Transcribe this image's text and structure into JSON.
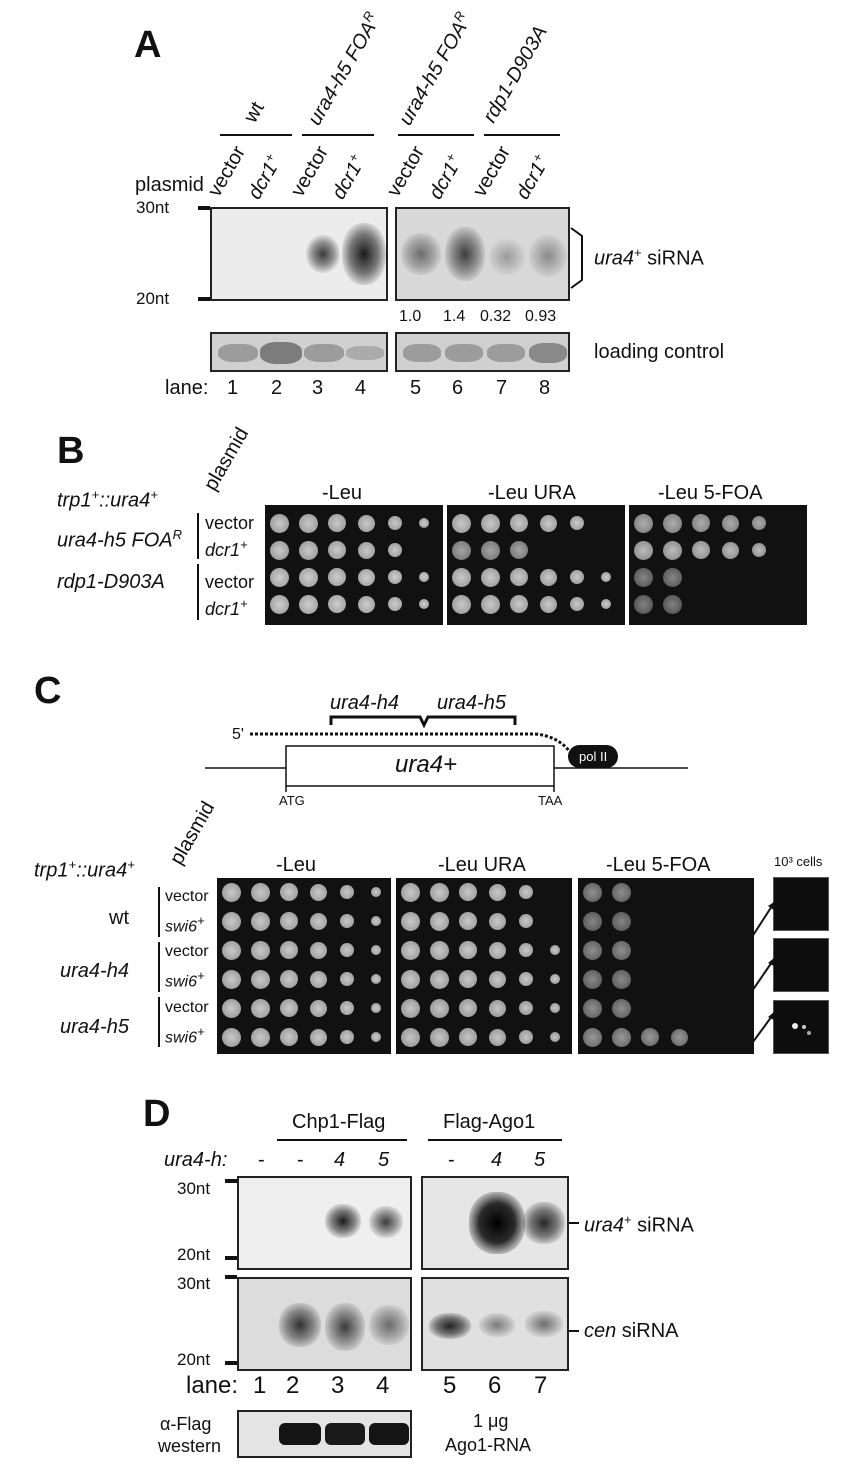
{
  "panelA": {
    "label": "A",
    "groups": [
      "wt",
      "ura4-h5 FOA",
      "ura4-h5 FOA",
      "rdp1-D903A"
    ],
    "group_sup": "R",
    "plasmid_label": "plasmid",
    "lanes_plasmid": [
      "vector",
      "dcr1",
      "vector",
      "dcr1",
      "vector",
      "dcr1",
      "vector",
      "dcr1"
    ],
    "plus": "+",
    "size_top": "30nt",
    "size_bottom": "20nt",
    "sirna_gene": "ura4",
    "sirna_suffix": " siRNA",
    "quant": [
      "1.0",
      "1.4",
      "0.32",
      "0.93"
    ],
    "loading_control": "loading control",
    "lane_label": "lane:",
    "lane_numbers": [
      "1",
      "2",
      "3",
      "4",
      "5",
      "6",
      "7",
      "8"
    ]
  },
  "panelB": {
    "label": "B",
    "strain_header": "trp1",
    "strain_header_mid": "::ura4",
    "plasmid_label": "plasmid",
    "plates": [
      "-Leu",
      "-Leu URA",
      "-Leu 5-FOA"
    ],
    "strains": [
      "ura4-h5 FOA",
      "rdp1-D903A"
    ],
    "strain_sup": "R",
    "rows": [
      "vector",
      "dcr1",
      "vector",
      "dcr1"
    ],
    "plus": "+"
  },
  "panelC": {
    "label": "C",
    "five_prime": "5'",
    "regions": [
      "ura4-h4",
      "ura4-h5"
    ],
    "gene": "ura4+",
    "pol": "pol II",
    "start": "ATG",
    "stop": "TAA",
    "strain_header": "trp1",
    "strain_header_mid": "::ura4",
    "plasmid_label": "plasmid",
    "plates": [
      "-Leu",
      "-Leu URA",
      "-Leu 5-FOA"
    ],
    "cells_label": "10³ cells",
    "strains": [
      "wt",
      "ura4-h4",
      "ura4-h5"
    ],
    "rows": [
      "vector",
      "swi6",
      "vector",
      "swi6",
      "vector",
      "swi6"
    ],
    "plus": "+"
  },
  "panelD": {
    "label": "D",
    "ip_groups": [
      "Chp1-Flag",
      "Flag-Ago1"
    ],
    "ura4h_label": "ura4-h:",
    "ura4h_values": [
      "-",
      "-",
      "4",
      "5",
      "-",
      "4",
      "5"
    ],
    "size_top": "30nt",
    "size_bottom": "20nt",
    "sirna_gene": "ura4",
    "sirna_suffix": " siRNA",
    "cen_gene": "cen",
    "lane_label": "lane:",
    "lane_numbers": [
      "1",
      "2",
      "3",
      "4",
      "5",
      "6",
      "7"
    ],
    "western_line1": "α-Flag",
    "western_line2": "western",
    "ago_line1": "1 μg",
    "ago_line2": "Ago1-RNA",
    "plus": "+"
  }
}
